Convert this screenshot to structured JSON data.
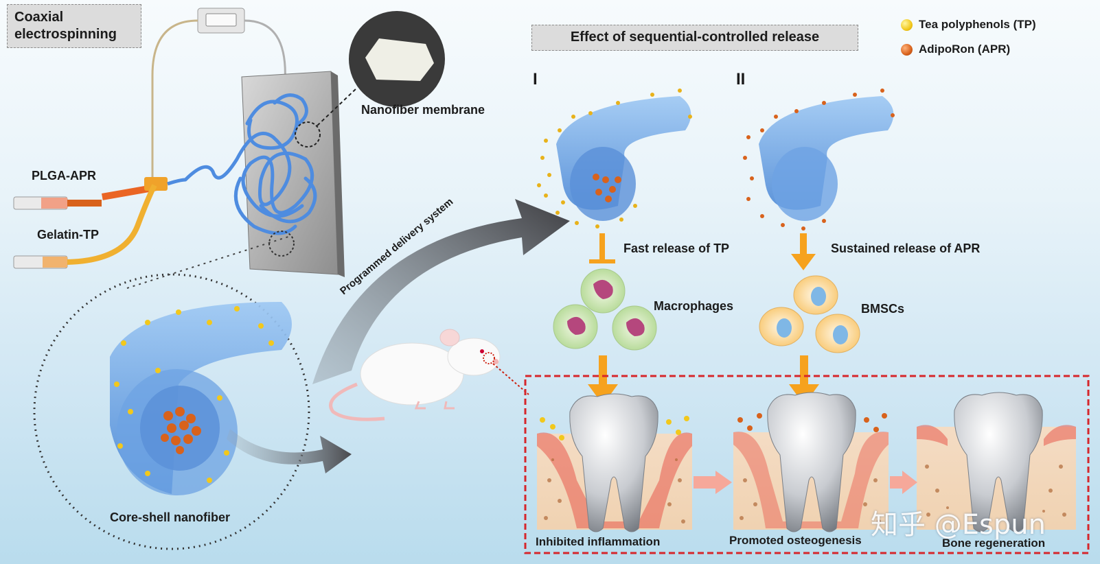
{
  "header": {
    "coaxial_title_line1": "Coaxial",
    "coaxial_title_line2": "electrospinning",
    "effect_title": "Effect of sequential-controlled release"
  },
  "legend": {
    "items": [
      {
        "label": "Tea polyphenols (TP)",
        "color": "#f2c81c"
      },
      {
        "label": "AdipoRon (APR)",
        "color": "#d8621c"
      }
    ]
  },
  "stages": {
    "stage1": "I",
    "stage2": "II"
  },
  "labels": {
    "nanofiber_membrane": "Nanofiber membrane",
    "plga_apr": "PLGA-APR",
    "gelatin_tp": "Gelatin-TP",
    "core_shell": "Core-shell nanofiber",
    "delivery_system": "Programmed delivery system",
    "fast_release": "Fast release of TP",
    "sustained_release": "Sustained release of APR",
    "macrophages": "Macrophages",
    "bmscs": "BMSCs",
    "inhibited": "Inhibited inflammation",
    "promoted": "Promoted osteogenesis",
    "bone_regeneration": "Bone regeneration"
  },
  "watermark": "知乎 @Espun",
  "colors": {
    "fiber": "#5b9be0",
    "tp": "#f2c81c",
    "apr": "#d8621c",
    "arrow_orange": "#f6a21e",
    "gum_red": "#e8594c",
    "frame_red": "#d6262b"
  }
}
